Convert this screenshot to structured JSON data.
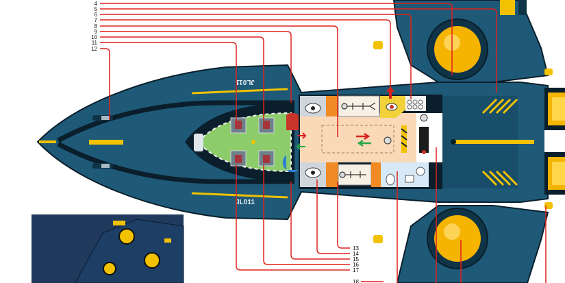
{
  "diagram": {
    "colors": {
      "hull": "#1e5a78",
      "hull_dark": "#0f3347",
      "hull_edge": "#0a1e2b",
      "stripe": "#f2c200",
      "callout": "#e0201c",
      "cabin_floor": "#f9d9b8",
      "cockpit_floor": "#8dcc6a",
      "seat_block": "#f08a24",
      "bathroom": "#d7e8f7",
      "engine": "#f4b400"
    },
    "hull_markings": {
      "upper": "JL011",
      "lower": "JL011"
    },
    "callouts_top": [
      "4",
      "5",
      "6",
      "7",
      "8",
      "9",
      "10",
      "11",
      "12"
    ],
    "callouts_bottom": [
      "13",
      "14",
      "15",
      "16",
      "17"
    ],
    "partial_callout": "18",
    "icons": {
      "direction_arrows": "red-green-direction-arrows",
      "inset": "spacecraft-model-photo-inset"
    }
  }
}
